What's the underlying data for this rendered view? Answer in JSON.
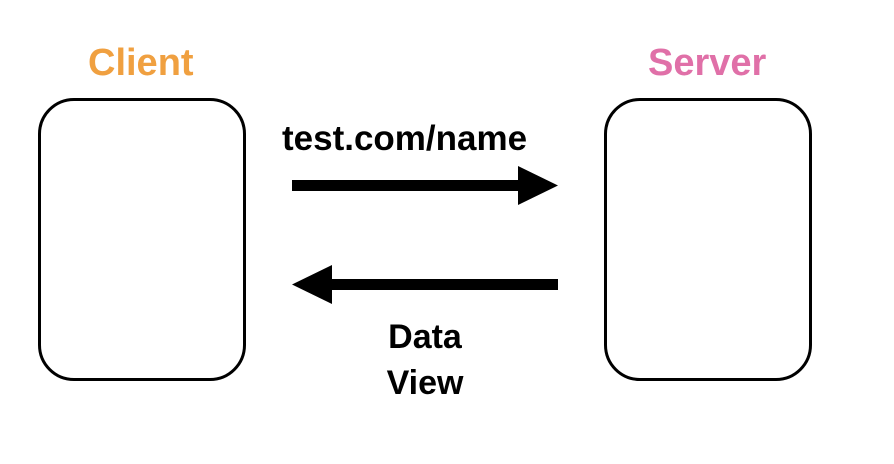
{
  "nodes": {
    "client": {
      "label": "Client",
      "color": "#f0a040"
    },
    "server": {
      "label": "Server",
      "color": "#e070a8"
    }
  },
  "edges": {
    "request": {
      "label": "test.com/name",
      "from": "client",
      "to": "server"
    },
    "response": {
      "label_lines": [
        "Data",
        "View"
      ],
      "from": "server",
      "to": "client"
    }
  },
  "colors": {
    "stroke": "#000000",
    "background": "#ffffff"
  }
}
